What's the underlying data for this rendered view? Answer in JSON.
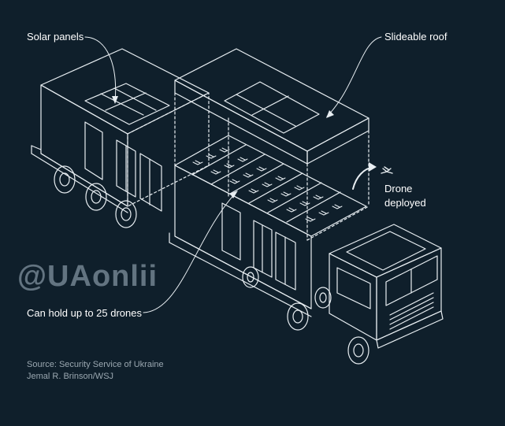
{
  "labels": {
    "solar_panels": "Solar panels",
    "slideable_roof": "Slideable roof",
    "drone_deployed_line1": "Drone",
    "drone_deployed_line2": "deployed",
    "capacity": "Can hold up to 25 drones"
  },
  "source": {
    "line1": "Source: Security Service of Ukraine",
    "line2": "Jemal R. Brinson/WSJ"
  },
  "watermark": "@UAonlii",
  "colors": {
    "background": "#0f1f2b",
    "line": "#e8eef2",
    "label": "#ffffff",
    "source": "#9aa7b0"
  }
}
